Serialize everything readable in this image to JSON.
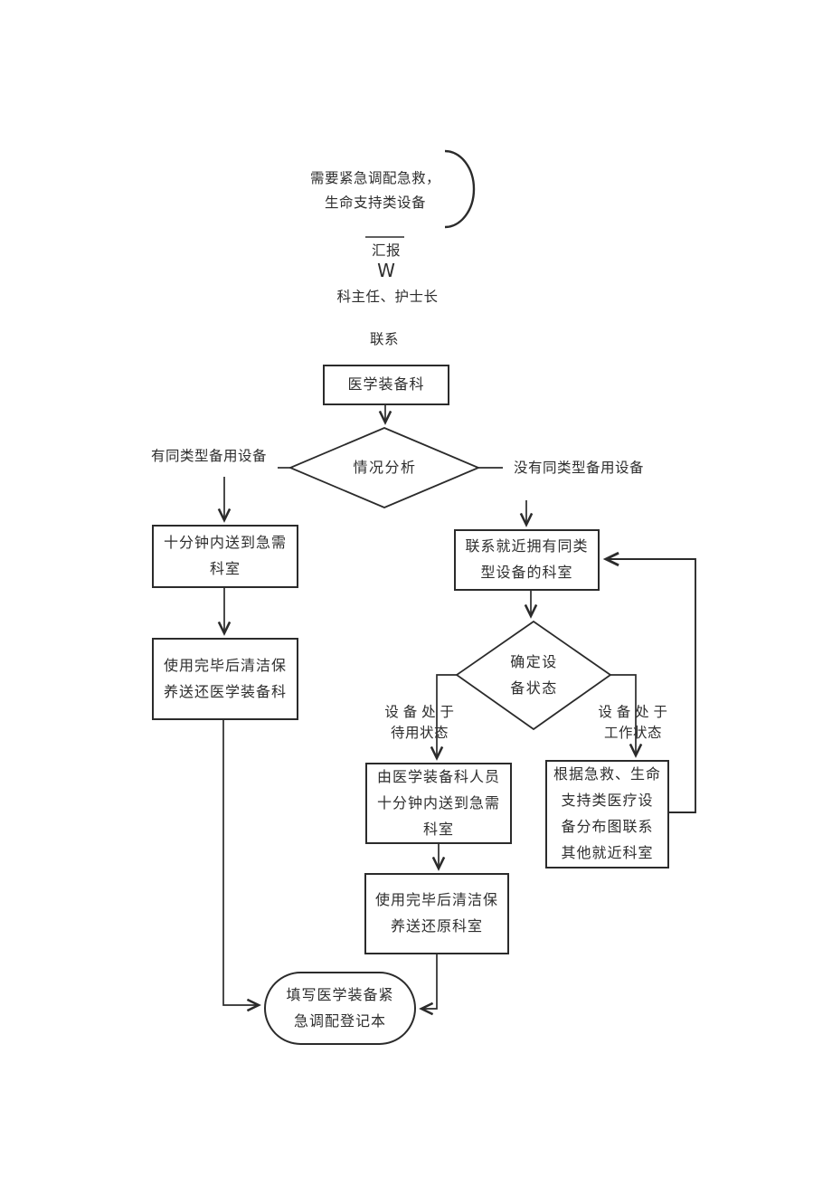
{
  "colors": {
    "ink": "#2e2e2e",
    "line": "#2b2b2b",
    "page_bg": "#ffffff"
  },
  "flow": {
    "start_note": "需要紧急调配急救，\n生命支持类设备",
    "report_label": "汇报",
    "w_mark": "W",
    "dept_heads_label": "科主任、护士长",
    "contact_label": "联系",
    "equip_dept": "医学装备科",
    "situation_analysis": "情况分析",
    "branch_has_backup": "有同类型备用设备",
    "branch_no_backup": "没有同类型备用设备",
    "deliver_10min": "十分钟内送到急需\n科室",
    "return_equip_dept": "使用完毕后清洁保\n养送还医学装备科",
    "contact_nearby": "联系就近拥有同类\n型设备的科室",
    "device_status": "确定设\n备状态",
    "branch_standby": "设 备 处 于\n待用状态",
    "branch_working": "设 备 处 于\n工作状态",
    "staff_deliver": "由医学装备科人员\n十分钟内送到急需\n科室",
    "distribution_map": "根据急救、生命\n支持类医疗设\n备分布图联系\n其他就近科室",
    "return_origin": "使用完毕后清洁保\n养送还原科室",
    "fill_register": "填写医学装备紧\n急调配登记本"
  }
}
